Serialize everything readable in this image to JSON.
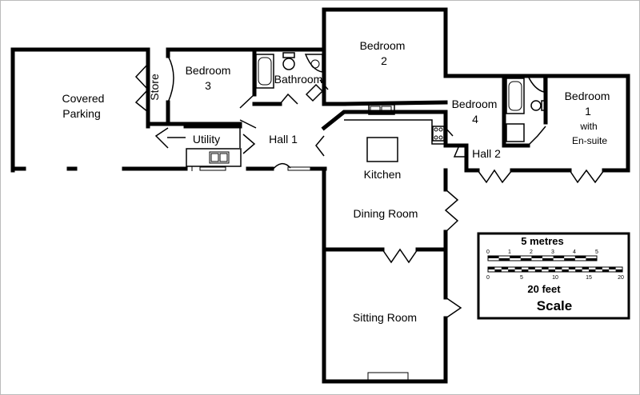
{
  "rooms": {
    "covered_parking": [
      "Covered",
      "Parking"
    ],
    "store": "Store",
    "bedroom3": [
      "Bedroom",
      "3"
    ],
    "bathroom": "Bathroom",
    "bedroom2": [
      "Bedroom",
      "2"
    ],
    "utility": "Utility",
    "hall1": "Hall 1",
    "kitchen": "Kitchen",
    "bedroom4": [
      "Bedroom",
      "4"
    ],
    "bedroom1": [
      "Bedroom",
      "1",
      "with",
      "En-suite"
    ],
    "hall2": "Hall 2",
    "dining_room": "Dining Room",
    "sitting_room": "Sitting Room"
  },
  "scale": {
    "metres_label": "5 metres",
    "metre_ticks": [
      "0",
      "1",
      "2",
      "3",
      "4",
      "5"
    ],
    "feet_ticks": [
      "0",
      "5",
      "10",
      "15",
      "20"
    ],
    "feet_label": "20 feet",
    "title": "Scale"
  }
}
